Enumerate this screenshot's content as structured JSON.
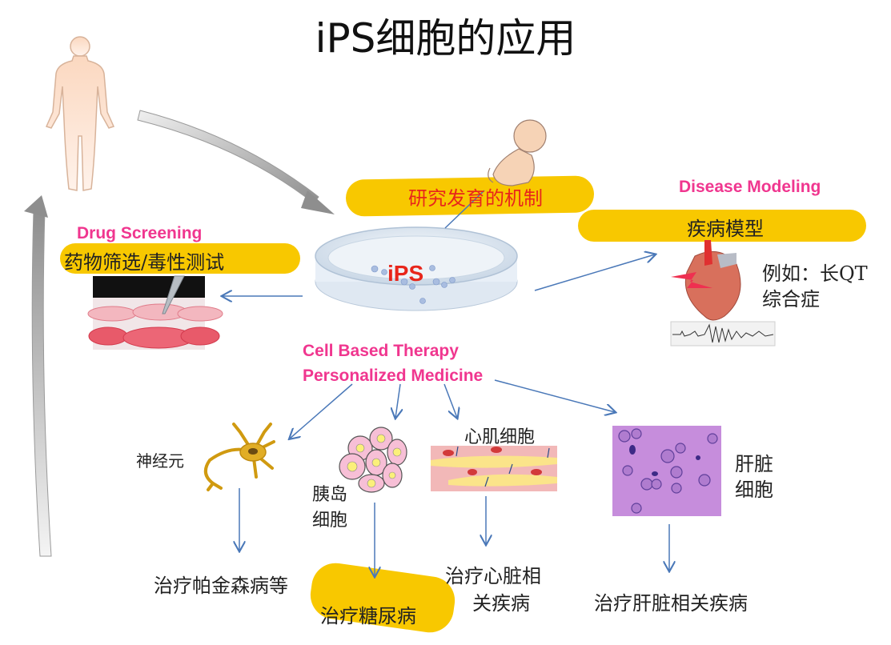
{
  "title": "iPS细胞的应用",
  "center": {
    "dish_label": "iPS",
    "therapy_line1": "Cell Based Therapy",
    "therapy_line2": "Personalized Medicine"
  },
  "development": {
    "label": "研究发育的机制"
  },
  "drug_screening": {
    "heading": "Drug Screening",
    "label": "药物筛选/毒性测试"
  },
  "disease_modeling": {
    "heading": "Disease Modeling",
    "label": "疾病模型",
    "example_line1": "例如：长QT",
    "example_line2": "综合症"
  },
  "cell_types": [
    {
      "name": "神经元",
      "treatment": "治疗帕金森病等"
    },
    {
      "name_line1": "胰岛",
      "name_line2": "细胞",
      "treatment": "治疗糖尿病"
    },
    {
      "name": "心肌细胞",
      "treatment_line1": "治疗心脏相",
      "treatment_line2": "关疾病"
    },
    {
      "name_line1": "肝脏",
      "name_line2": "细胞",
      "treatment": "治疗肝脏相关疾病"
    }
  ],
  "colors": {
    "highlight": "#f8c800",
    "heading_pink": "#f0368f",
    "label_red": "#e8261b",
    "arrow_blue": "#4a78b8",
    "big_arrow_gray": "#a8a8a8"
  }
}
